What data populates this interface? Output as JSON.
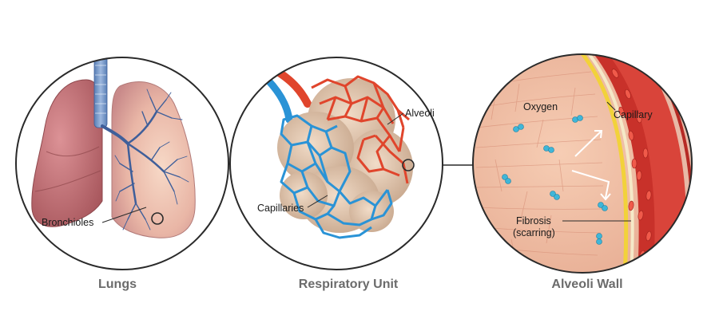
{
  "panels": [
    {
      "caption": "Lungs"
    },
    {
      "caption": "Respiratory Unit"
    },
    {
      "caption": "Alveoli Wall"
    }
  ],
  "labels": {
    "bronchioles": "Bronchioles",
    "capillaries": "Capillaries",
    "alveoli": "Alveoli",
    "oxygen": "Oxygen",
    "capillary": "Capillary",
    "fibrosis_line1": "Fibrosis",
    "fibrosis_line2": "(scarring)"
  },
  "colors": {
    "lung_pink": "#c9787c",
    "lung_dark": "#a95a60",
    "bronchi_blue": "#3f5f9a",
    "artery_red": "#e0452c",
    "vein_blue": "#2a93d6",
    "tissue_peach": "#f2c2a8",
    "capillary_red": "#c8312a",
    "wall_yellow": "#f2d23a",
    "oxygen_cyan": "#3fb6d8",
    "outline": "#2a2a2a",
    "caption_gray": "#6b6b6b"
  }
}
